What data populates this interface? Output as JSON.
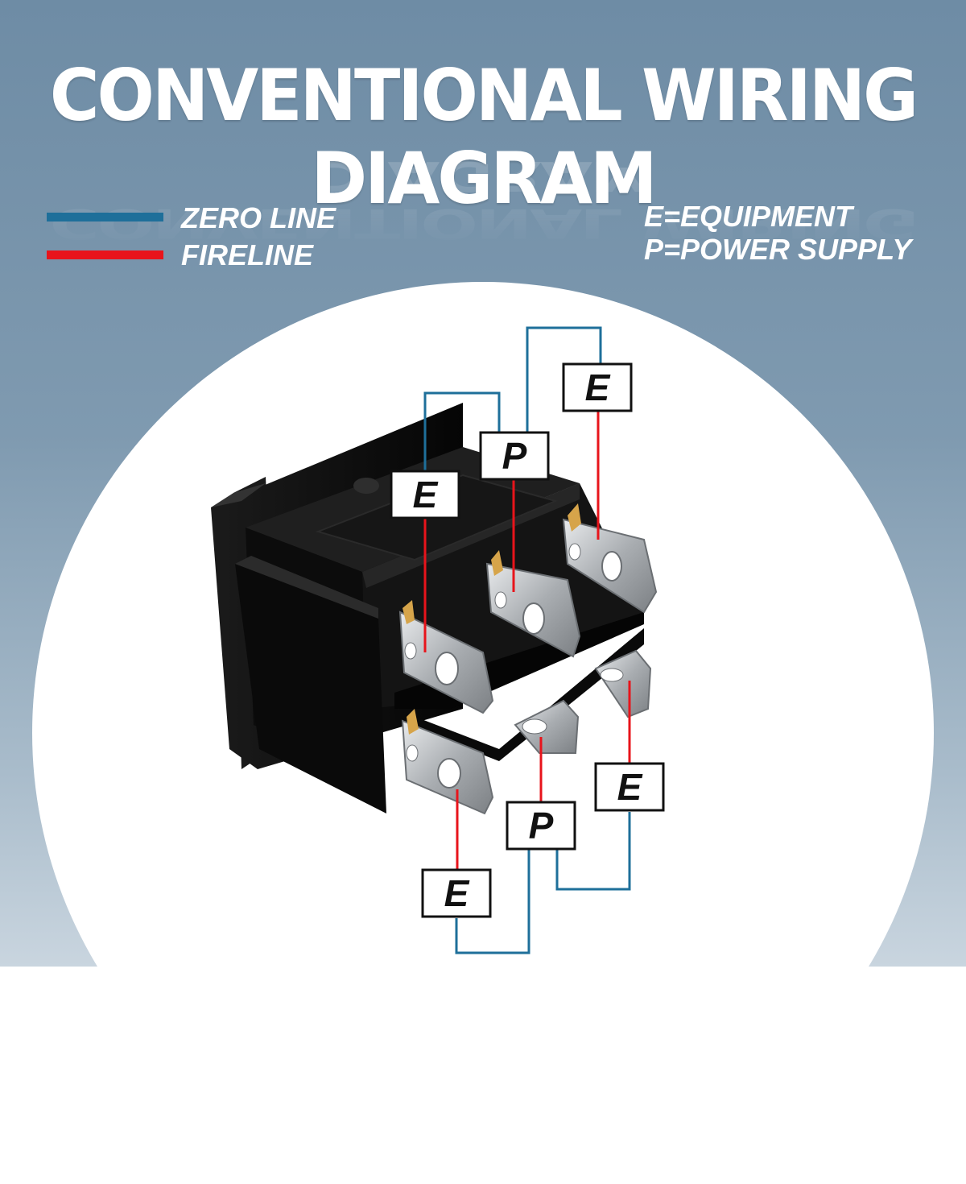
{
  "title": "CONVENTIONAL WIRING DIAGRAM",
  "legend": [
    {
      "label": "ZERO LINE",
      "color": "#1e6f9a"
    },
    {
      "label": "FIRELINE",
      "color": "#e8141b"
    }
  ],
  "key": {
    "equipment": "E=EQUIPMENT",
    "power": "P=POWER SUPPLY"
  },
  "terminals": {
    "top_left_e": "E",
    "top_mid_p": "P",
    "top_right_e": "E",
    "bot_left_e": "E",
    "bot_mid_p": "P",
    "bot_right_e": "E"
  },
  "colors": {
    "background": "#7f9ab0",
    "zero_line": "#1e6f9a",
    "fireline": "#e8141b",
    "switch_body": "#111111",
    "terminal_metal": "#b9bcbf"
  },
  "icons": [
    "rocker-switch-illustration"
  ]
}
